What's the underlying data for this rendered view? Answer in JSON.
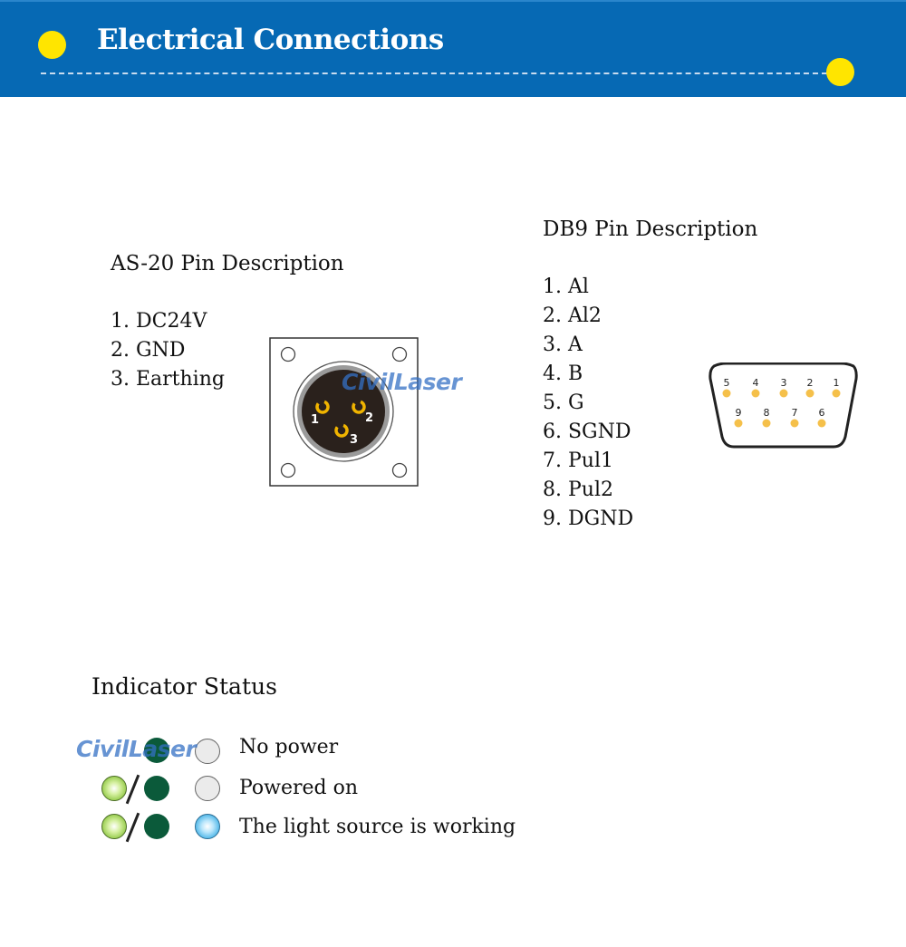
{
  "header": {
    "title": "Electrical Connections",
    "colors": {
      "banner": "#0669b4",
      "dots": "#ffe500"
    }
  },
  "as20": {
    "heading": "AS-20 Pin Description",
    "pins": [
      "1. DC24V",
      "2. GND",
      "3. Earthing"
    ],
    "connector_pin_labels": [
      "1",
      "2",
      "3"
    ]
  },
  "db9": {
    "heading": "DB9 Pin Description",
    "pins": [
      "1. Al",
      "2. Al2",
      "3. A",
      "4. B",
      "5. G",
      "6. SGND",
      "7. Pul1",
      "8. Pul2",
      "9. DGND"
    ],
    "connector_top_row": [
      "5",
      "4",
      "3",
      "2",
      "1"
    ],
    "connector_bottom_row": [
      "9",
      "8",
      "7",
      "6"
    ]
  },
  "indicator": {
    "heading": "Indicator Status",
    "rows": [
      {
        "label": "No power",
        "left_leds": [
          "dark-green"
        ],
        "right_led": "grey"
      },
      {
        "label": "Powered on",
        "left_leds": [
          "light-green",
          "dark-green"
        ],
        "right_led": "grey"
      },
      {
        "label": "The light source is working",
        "left_leds": [
          "light-green",
          "dark-green"
        ],
        "right_led": "blue"
      }
    ]
  },
  "watermark": "CivilLaser"
}
